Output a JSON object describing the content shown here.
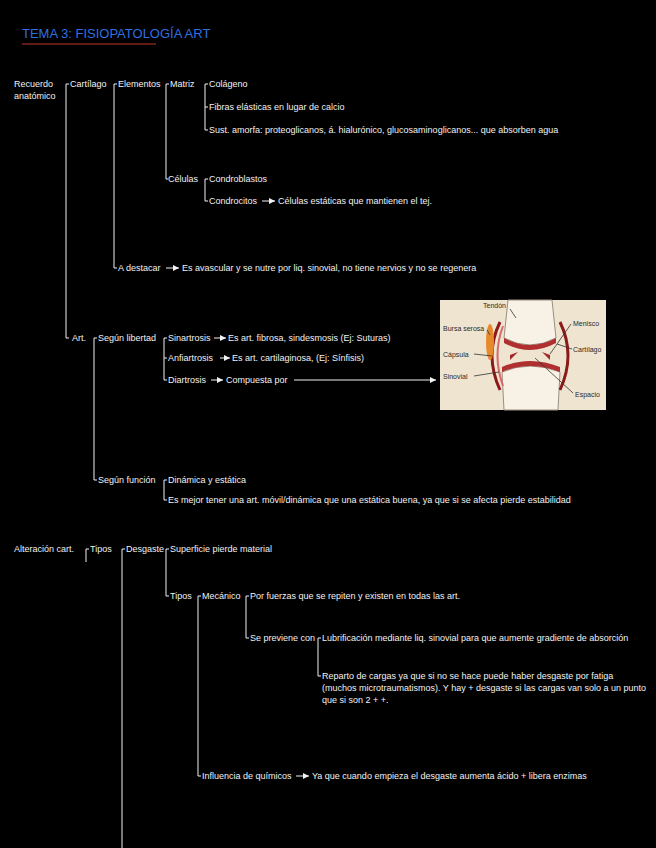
{
  "diagram": {
    "title": "TEMA 3: FISIOPATOLOGÍA ART",
    "labels": [
      "Recuerdo anatómico",
      "Cartílago",
      "Elementos",
      "Matriz",
      "Colágeno",
      "Fibras elásticas en lugar de calcio",
      "Sust. amorfa: proteoglicanos, á. hialurónico, glucosaminoglicanos... que absorben agua",
      "Células",
      "Condroblastos",
      "Condrocitos",
      "Células estáticas que mantienen el tej.",
      "A destacar",
      "Es avascular y se nutre por liq. sinovial, no tiene nervios y no se regenera",
      "Art.",
      "Según libertad",
      "Sinartrosis",
      "Es art. fibrosa, sindesmosis (Ej: Suturas)",
      "Anfiartrosis",
      "Es art. cartilaginosa, (Ej: Sínfisis)",
      "Diartrosis",
      "Compuesta por",
      "Tendón",
      "Bursa serosa",
      "Menisco",
      "Cápsula",
      "Cartílago",
      "Sinovial",
      "Espacio",
      "Según función",
      "Dinámica y estática",
      "Es mejor tener una art. móvil/dinámica que una estática buena, ya que si se afecta pierde estabilidad",
      "Alteración cart.",
      "Tipos",
      "Desgaste",
      "Superficie pierde material",
      "Tipos",
      "Mecánico",
      "Por fuerzas que se repiten y existen en todas las art.",
      "Se previene con",
      "Lubrificación mediante liq. sinovial para que aumente gradiente de absorción",
      "Reparto de cargas ya que si no se hace puede haber desgaste por fatiga (muchos microtraumatismos). Y hay + desgaste si las cargas van solo a un punto que si son 2 + +.",
      "Influencia de químicos",
      "Ya que cuando empieza el desgaste aumenta ácido + libera enzimas"
    ]
  }
}
